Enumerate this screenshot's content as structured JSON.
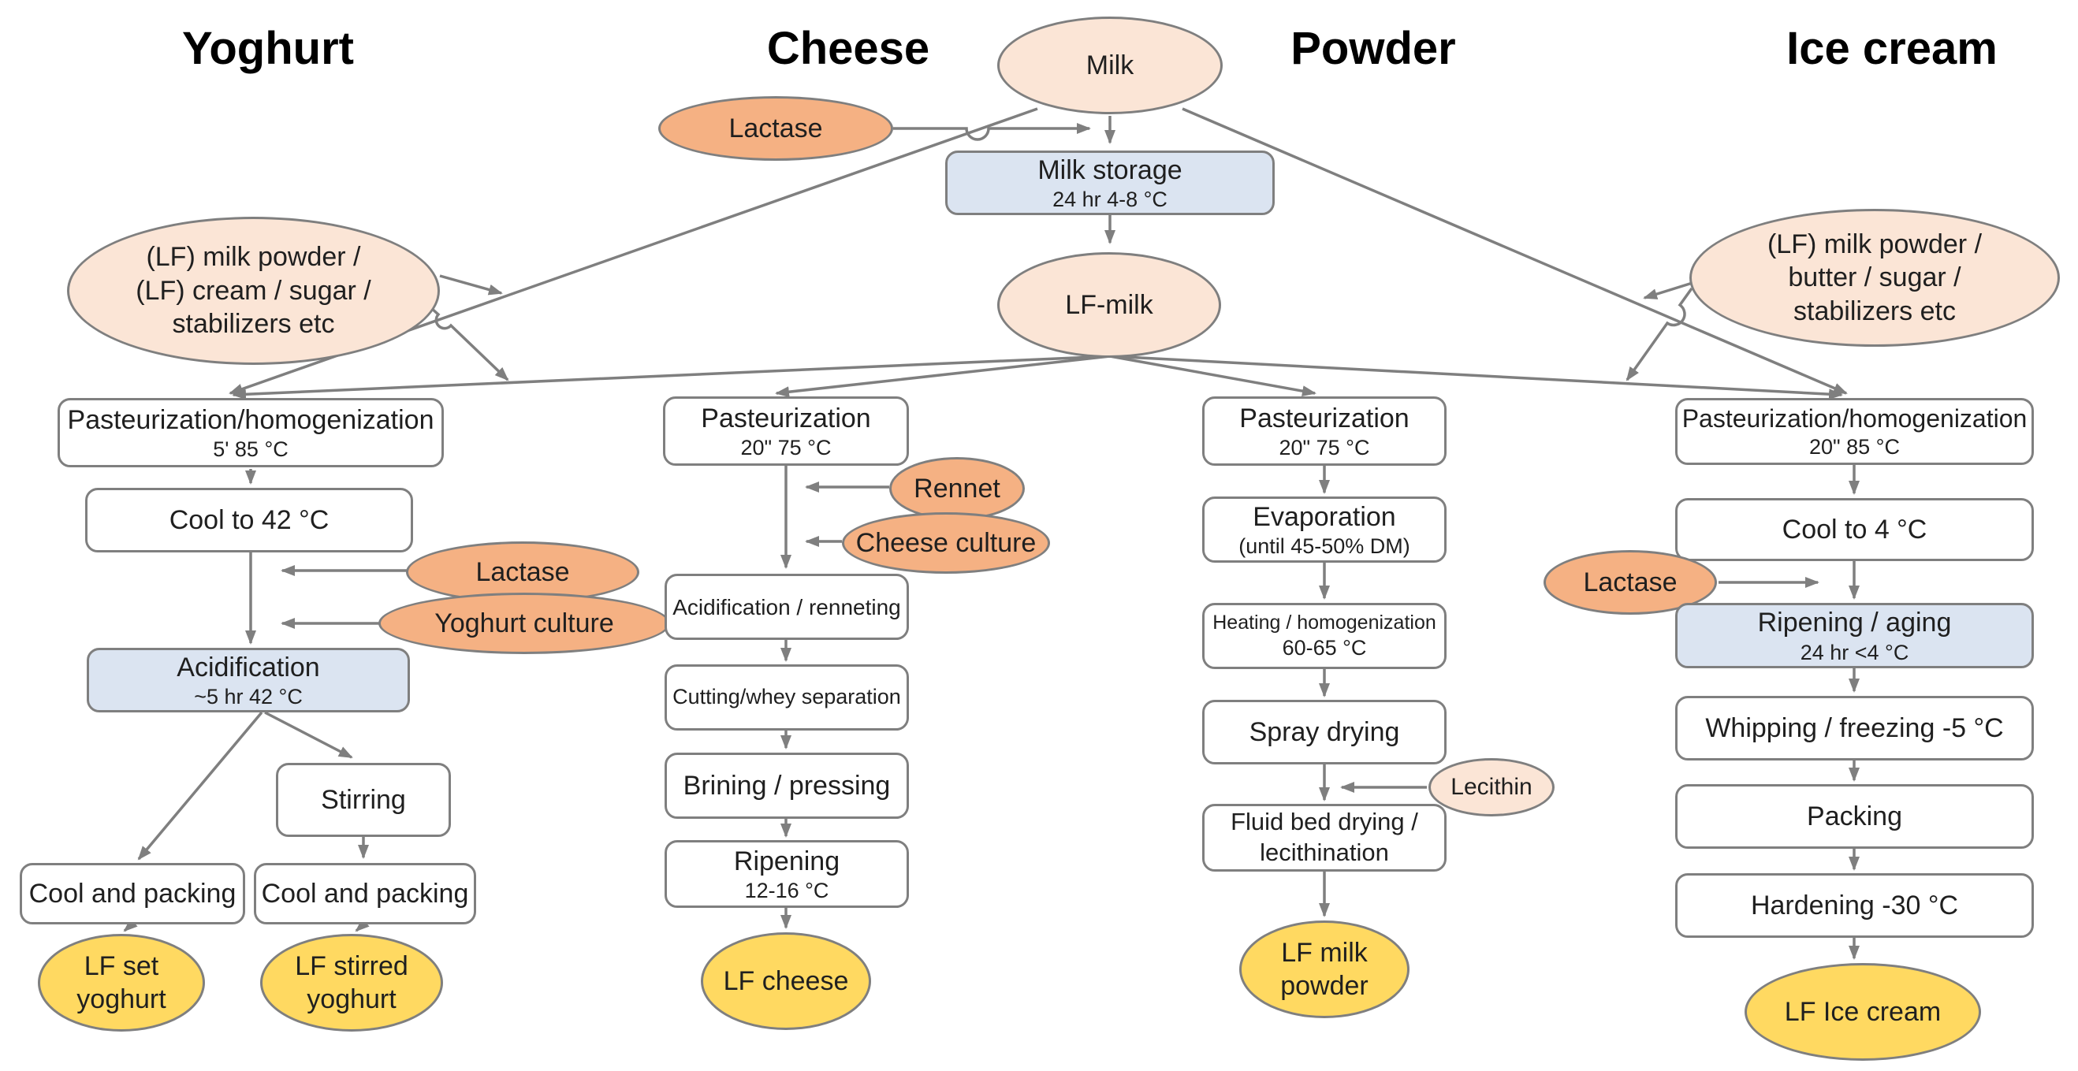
{
  "colors": {
    "peach": "#fbe5d6",
    "orange": "#f5b183",
    "blue": "#dbe4f1",
    "yellow": "#ffd961",
    "outline": "#7f7f7f",
    "text": "#1f1f1f"
  },
  "shared": {
    "milk": "Milk",
    "lactase": "Lactase",
    "milk_storage": {
      "label": "Milk storage",
      "sub": "24 hr 4-8 °C"
    },
    "lf_milk": "LF-milk"
  },
  "yoghurt": {
    "title": "Yoghurt",
    "ingredients": "(LF) milk powder /\n(LF) cream / sugar /\nstabilizers etc",
    "pasteurization": {
      "label": "Pasteurization/homogenization",
      "sub": "5' 85 °C"
    },
    "cool": "Cool to 42 °C",
    "lactase": "Lactase",
    "culture": "Yoghurt culture",
    "acidification": {
      "label": "Acidification",
      "sub": "~5 hr 42 °C"
    },
    "stirring": "Stirring",
    "cool_packing_set": "Cool and packing",
    "cool_packing_stirred": "Cool and packing",
    "product_set": "LF set\nyoghurt",
    "product_stirred": "LF stirred\nyoghurt"
  },
  "cheese": {
    "title": "Cheese",
    "pasteurization": {
      "label": "Pasteurization",
      "sub": "20\" 75 °C"
    },
    "rennet": "Rennet",
    "culture": "Cheese culture",
    "acidification": "Acidification / renneting",
    "cutting": "Cutting/whey separation",
    "brining": "Brining / pressing",
    "ripening": {
      "label": "Ripening",
      "sub": "12-16 °C"
    },
    "product": "LF cheese"
  },
  "powder": {
    "title": "Powder",
    "pasteurization": {
      "label": "Pasteurization",
      "sub": "20\" 75 °C"
    },
    "evaporation": {
      "label": "Evaporation",
      "sub": "(until 45-50% DM)"
    },
    "heating": {
      "label": "Heating / homogenization",
      "sub": "60-65 °C"
    },
    "spray_drying": "Spray drying",
    "lecithin": "Lecithin",
    "fluid_bed": "Fluid bed drying /\nlecithination",
    "product": "LF milk\npowder"
  },
  "ice_cream": {
    "title": "Ice cream",
    "ingredients": "(LF) milk powder /\nbutter / sugar /\nstabilizers etc",
    "pasteurization": {
      "label": "Pasteurization/homogenization",
      "sub": "20\" 85 °C"
    },
    "cool": "Cool to 4 °C",
    "lactase": "Lactase",
    "ripening": {
      "label": "Ripening / aging",
      "sub": "24 hr <4 °C"
    },
    "whipping": "Whipping / freezing -5 °C",
    "packing": "Packing",
    "hardening": "Hardening -30 °C",
    "product": "LF Ice cream"
  }
}
